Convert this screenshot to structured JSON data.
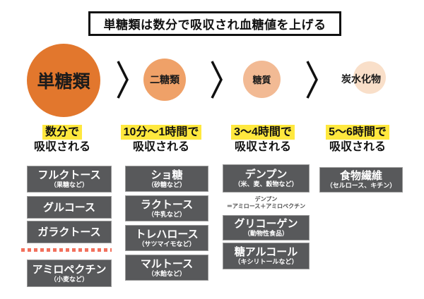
{
  "title": "単糖類は数分で吸収され血糖値を上げる",
  "stages": [
    {
      "label": "単糖類",
      "time": {
        "highlight": "数分で",
        "rest": "吸収される"
      },
      "items": [
        {
          "main": "フルクトース",
          "sub": "（果糖など）"
        },
        {
          "main": "グルコース"
        },
        {
          "main": "ガラクトース"
        },
        {
          "main": "アミロペクチン",
          "sub": "（小麦など）"
        }
      ]
    },
    {
      "label": "二糖類",
      "time": {
        "highlight": "10分〜1時間で",
        "rest": "吸収される"
      },
      "items": [
        {
          "main": "ショ糖",
          "sub": "（砂糖など）"
        },
        {
          "main": "ラクトース",
          "sub": "（牛乳など）"
        },
        {
          "main": "トレハロース",
          "sub": "（サツマイモなど）"
        },
        {
          "main": "マルトース",
          "sub": "（水飴など）"
        }
      ]
    },
    {
      "label": "糖質",
      "time": {
        "highlight": "3〜4時間で",
        "rest": "吸収される"
      },
      "note": {
        "line1": "デンプン",
        "line2": "＝アミロース＋アミロペクチン"
      },
      "items": [
        {
          "main": "デンプン",
          "sub": "（米、麦、穀物など）"
        },
        {
          "main": "グリコーゲン",
          "sub": "（動物性食品）"
        },
        {
          "main": "糖アルコール",
          "sub": "（キシリトールなど）"
        }
      ]
    },
    {
      "label": "炭水化物",
      "time": {
        "highlight": "5〜6時間で",
        "rest": "吸収される"
      },
      "items": [
        {
          "main": "食物繊維",
          "sub": "（セルロース、キチン）"
        }
      ]
    }
  ],
  "icons": {
    "chevron": "chevron-right"
  },
  "colors": {
    "stage1_circle": "#E2772D",
    "stage2_circle": "#EFA168",
    "stage3_circle": "#F2BA94",
    "stage4_circle": "#F9DFC9",
    "highlight_yellow": "#FFE83E",
    "box_gray": "#58595B",
    "divider_red": "#F2705C"
  }
}
